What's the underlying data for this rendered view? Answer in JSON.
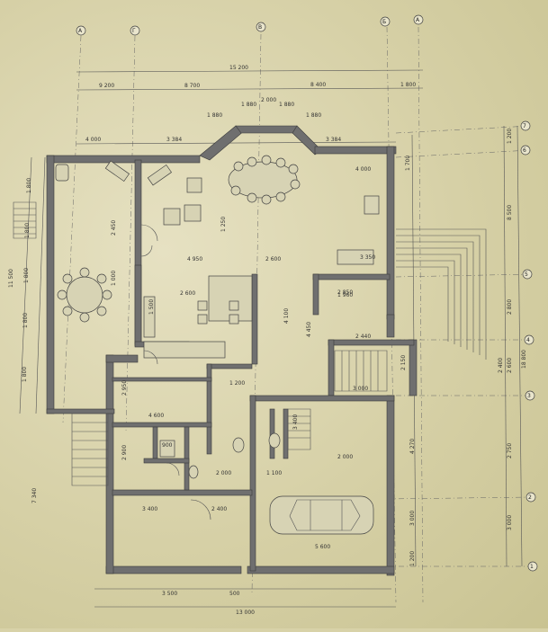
{
  "axes": {
    "top": [
      "А",
      "Г",
      "В",
      "Б",
      "А"
    ],
    "right": [
      "7",
      "6",
      "5",
      "4",
      "3",
      "2",
      "1"
    ]
  },
  "dims": {
    "total_width_top": "15 200",
    "seg_top": [
      "9 200",
      "8 700",
      "8 400",
      "1 800"
    ],
    "seg_top2": [
      "4 000",
      "3 384",
      "3 384",
      "4 000"
    ],
    "bay": [
      "1 880",
      "1 880",
      "2 000",
      "1 880",
      "1 880"
    ],
    "left": [
      "11 500",
      "1 800",
      "1 800",
      "1 800",
      "1 800",
      "1 800",
      "7 340"
    ],
    "right": [
      "1 200",
      "1 700",
      "8 500",
      "2 800",
      "2 600",
      "2 400",
      "18 800",
      "2 750",
      "3 000",
      "3 000",
      "4 270",
      "1 200"
    ],
    "bottom_total": "13 000",
    "bottom_segs": [
      "3 500",
      "500"
    ],
    "room_labels": [
      "2 450",
      "1 000",
      "4 950",
      "2 600",
      "1 500",
      "2 600",
      "4 100",
      "4 450",
      "1 960",
      "3 350",
      "2 850",
      "2 440",
      "2 150",
      "3 000",
      "5 600",
      "2 950",
      "4 600",
      "2 900",
      "2 400",
      "3 400",
      "1 200",
      "3 400",
      "2 000",
      "900",
      "1 100",
      "1 250",
      "2 000"
    ]
  }
}
